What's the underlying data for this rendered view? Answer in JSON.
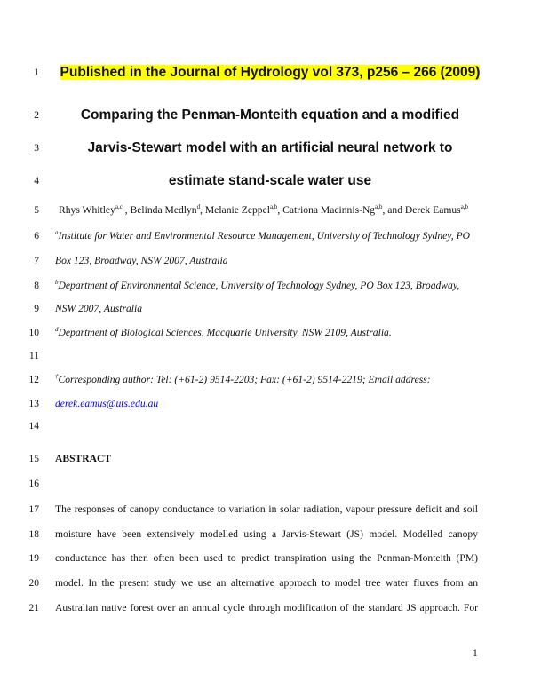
{
  "header_note": "Published in the Journal of Hydrology vol 373, p256 – 266 (2009)",
  "title_lines": [
    "Comparing the Penman-Monteith equation and a modified",
    "Jarvis-Stewart model with an artificial neural network to",
    "estimate stand-scale water use"
  ],
  "authors": [
    {
      "name": "Rhys Whitley",
      "sup": "a,c"
    },
    {
      "name": "Belinda Medlyn",
      "sup": "d"
    },
    {
      "name": "Melanie Zeppel",
      "sup": "a,b"
    },
    {
      "name": "Catriona Macinnis-Ng",
      "sup": "a,b"
    },
    {
      "name": "Derek Eamus",
      "sup": "a,b"
    }
  ],
  "author_sep": {
    "first": " , ",
    "mid": ", ",
    "last": ", and "
  },
  "affiliations": [
    {
      "sup": "a",
      "lines": [
        "Institute for Water and Environmental Resource Management, University of Technology Sydney, PO",
        "Box 123, Broadway, NSW 2007, Australia"
      ]
    },
    {
      "sup": "b",
      "lines": [
        "Department of Environmental Science, University of Technology Sydney, PO Box 123, Broadway,",
        "NSW 2007, Australia"
      ]
    },
    {
      "sup": "d",
      "lines": [
        "Department of Biological Sciences, Macquarie University, NSW 2109, Australia."
      ]
    }
  ],
  "corresponding": {
    "sup": "†",
    "text": "Corresponding author: Tel: (+61-2) 9514-2203; Fax: (+61-2) 9514-2219; Email address:",
    "email": "derek.eamus@uts.edu.au"
  },
  "abstract_heading": "ABSTRACT",
  "abstract_lines": [
    "The responses of canopy conductance to variation in solar radiation, vapour pressure deficit and soil",
    "moisture have been extensively modelled using a Jarvis-Stewart (JS) model. Modelled canopy",
    "conductance has then often been used to predict transpiration using the Penman-Monteith (PM)",
    "model. In the present study we use an alternative approach to model tree water fluxes from an",
    "Australian native forest over an annual cycle through modification of the standard JS approach. For"
  ],
  "line_numbers": [
    "1",
    "2",
    "3",
    "4",
    "5",
    "6",
    "7",
    "8",
    "9",
    "10",
    "11",
    "12",
    "13",
    "14",
    "15",
    "16",
    "17",
    "18",
    "19",
    "20",
    "21"
  ],
  "page_number": "1",
  "colors": {
    "highlight": "#ffff00",
    "link": "#0000ee"
  }
}
